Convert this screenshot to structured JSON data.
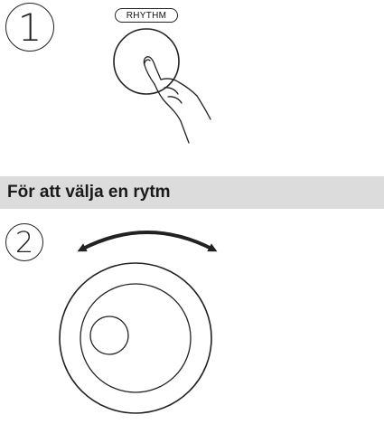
{
  "steps": [
    {
      "number": "1"
    },
    {
      "number": "2"
    }
  ],
  "rhythm_button": {
    "label": "RHYTHM"
  },
  "section": {
    "title": "För att välja en rytm"
  }
}
